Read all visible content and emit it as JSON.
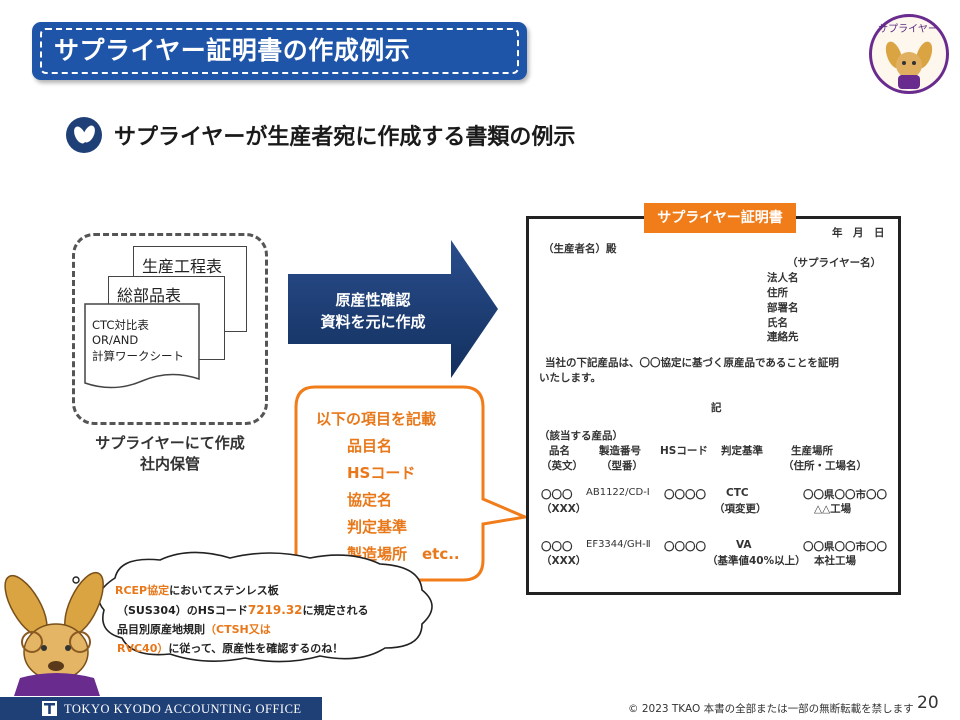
{
  "slide": {
    "title": "サプライヤー証明書の作成例示",
    "mascot_label": "サプライヤー",
    "subtitle": "サプライヤーが生産者宛に作成する書類の例示"
  },
  "documents": {
    "doc1": "生産工程表",
    "doc2": "総部品表",
    "doc3_lines": [
      "CTC対比表",
      "OR/AND",
      "計算ワークシート"
    ],
    "caption_lines": [
      "サプライヤーにて作成",
      "社内保管"
    ]
  },
  "arrow": {
    "lines": [
      "原産性確認",
      "資料を元に作成"
    ]
  },
  "callout": {
    "heading": "以下の項目を記載",
    "items": [
      "品目名",
      "HSコード",
      "協定名",
      "判定基準",
      "製造場所　etc.."
    ]
  },
  "certificate": {
    "tab_label": "サプライヤー証明書",
    "date": "年　月　日",
    "addressee": "（生産者名）殿",
    "supplier_name": "（サプライヤー名）",
    "fields": [
      "法人名",
      "住所",
      "部署名",
      "氏名",
      "連絡先"
    ],
    "body_line1": "当社の下記産品は、〇〇協定に基づく原産品であることを証明",
    "body_line2": "いたします。",
    "ki": "記",
    "section": "（該当する産品）",
    "headers": {
      "name": "品名",
      "name_sub": "（英文）",
      "number": "製造番号",
      "number_sub": "（型番）",
      "hs": "HSコード",
      "criteria": "判定基準",
      "place": "生産場所",
      "place_sub": "（住所・工場名）"
    },
    "rows": [
      {
        "name": "〇〇〇",
        "name_sub": "（XXX）",
        "number": "AB1122/CD-Ⅰ",
        "hs": "〇〇〇〇",
        "criteria": "CTC",
        "criteria_sub": "（項変更）",
        "place": "〇〇県〇〇市〇〇",
        "place_sub": "△△工場"
      },
      {
        "name": "〇〇〇",
        "name_sub": "（XXX）",
        "number": "EF3344/GH-Ⅱ",
        "hs": "〇〇〇〇",
        "criteria": "VA",
        "criteria_sub": "（基準値40%以上）",
        "place": "〇〇県〇〇市〇〇",
        "place_sub": "本社工場"
      }
    ]
  },
  "speech": {
    "l1_hl": "RCEP協定",
    "l1": "においてステンレス板",
    "l2a": "（SUS304）のHSコード",
    "l2_hl": "7219.32",
    "l2b": "に規定される",
    "l3a": "品目別原産地規則",
    "l3_hl": "（CTSH又は",
    "l4_hl": "RVC40）",
    "l4": "に従って、原産性を確認するのね！"
  },
  "footer": {
    "org": "TOKYO KYODO ACCOUNTING OFFICE",
    "copyright": "© 2023 TKAO 本書の全部または一部の無断転載を禁します",
    "page": "20"
  },
  "colors": {
    "accent_blue": "#1f55a8",
    "navy": "#1f3f77",
    "orange": "#f07d1a",
    "purple": "#6a2b8e"
  }
}
